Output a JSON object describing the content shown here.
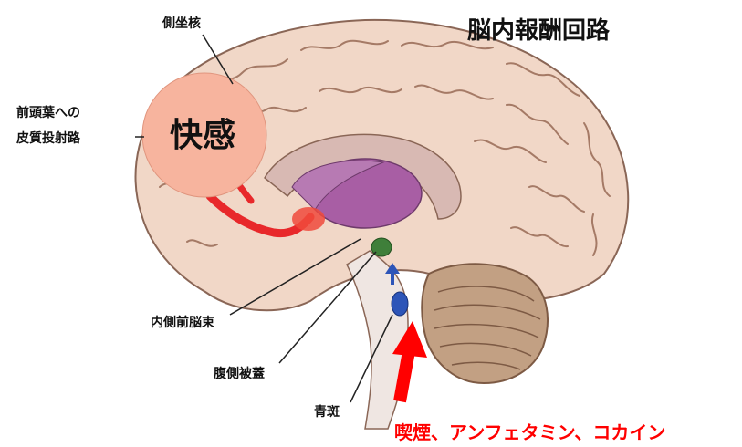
{
  "title": "脳内報酬回路",
  "pleasure_label": "快感",
  "labels": {
    "septal": "側坐核",
    "projection_line1": "前頭葉への",
    "projection_line2": "皮質投射路",
    "mfb": "内側前脳束",
    "vta": "腹側被蓋",
    "locus": "青斑"
  },
  "drugs_caption": "喫煙、アンフェタミン、コカイン",
  "colors": {
    "background": "#ffffff",
    "cortex": "#f1d7c7",
    "gyrus_line": "#9b6f5c",
    "thalamus": "#a85ea4",
    "pathway": "#e8282b",
    "pleasure_circle": "#f7b49e",
    "accent_text": "#ff0000",
    "green_nucleus": "#3f7f3a",
    "blue_nucleus": "#2d55b8",
    "cerebellum": "#c2a083"
  }
}
